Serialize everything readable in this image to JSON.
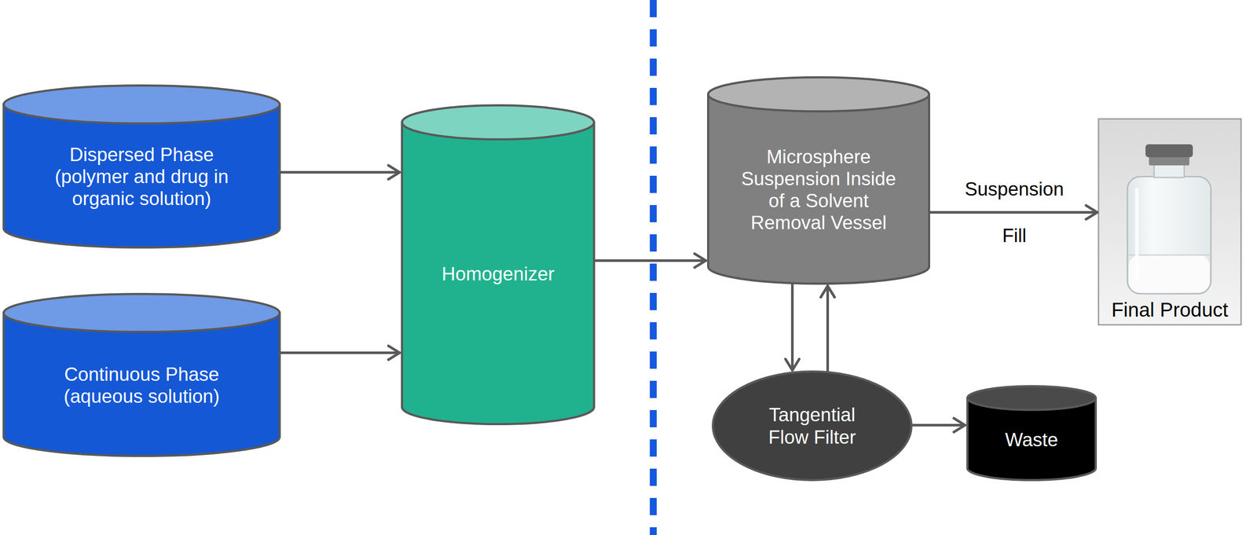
{
  "diagram": {
    "nodes": [
      {
        "text": [
          "Dispersed Phase (polymer and drug in organic solution)"
        ]
      },
      {
        "text": [
          "Continuous Phase (aqueous solution)"
        ]
      },
      {
        "text": [
          "Homogenizer"
        ]
      },
      {
        "text": [
          "Microsphere Suspension Inside of a Solvent Removal Vessel"
        ]
      },
      {
        "text": [
          "Final Product"
        ]
      },
      {
        "text": [
          "Tangential Flow Filter"
        ]
      },
      {
        "text": [
          "Waste"
        ]
      }
    ],
    "edges": [
      {
        "from": 0,
        "to": 2,
        "arrow": "to"
      },
      {
        "from": 1,
        "to": 2,
        "arrow": "to"
      },
      {
        "from": 2,
        "to": 3,
        "arrow": "to"
      },
      {
        "from": 3,
        "to": 4,
        "label": "Suspension Fill",
        "arrow": "to"
      },
      {
        "from": 3,
        "to": 5,
        "arrow": "to"
      },
      {
        "from": 5,
        "to": 3,
        "arrow": "to"
      },
      {
        "from": 5,
        "to": 6,
        "arrow": "to"
      }
    ]
  }
}
